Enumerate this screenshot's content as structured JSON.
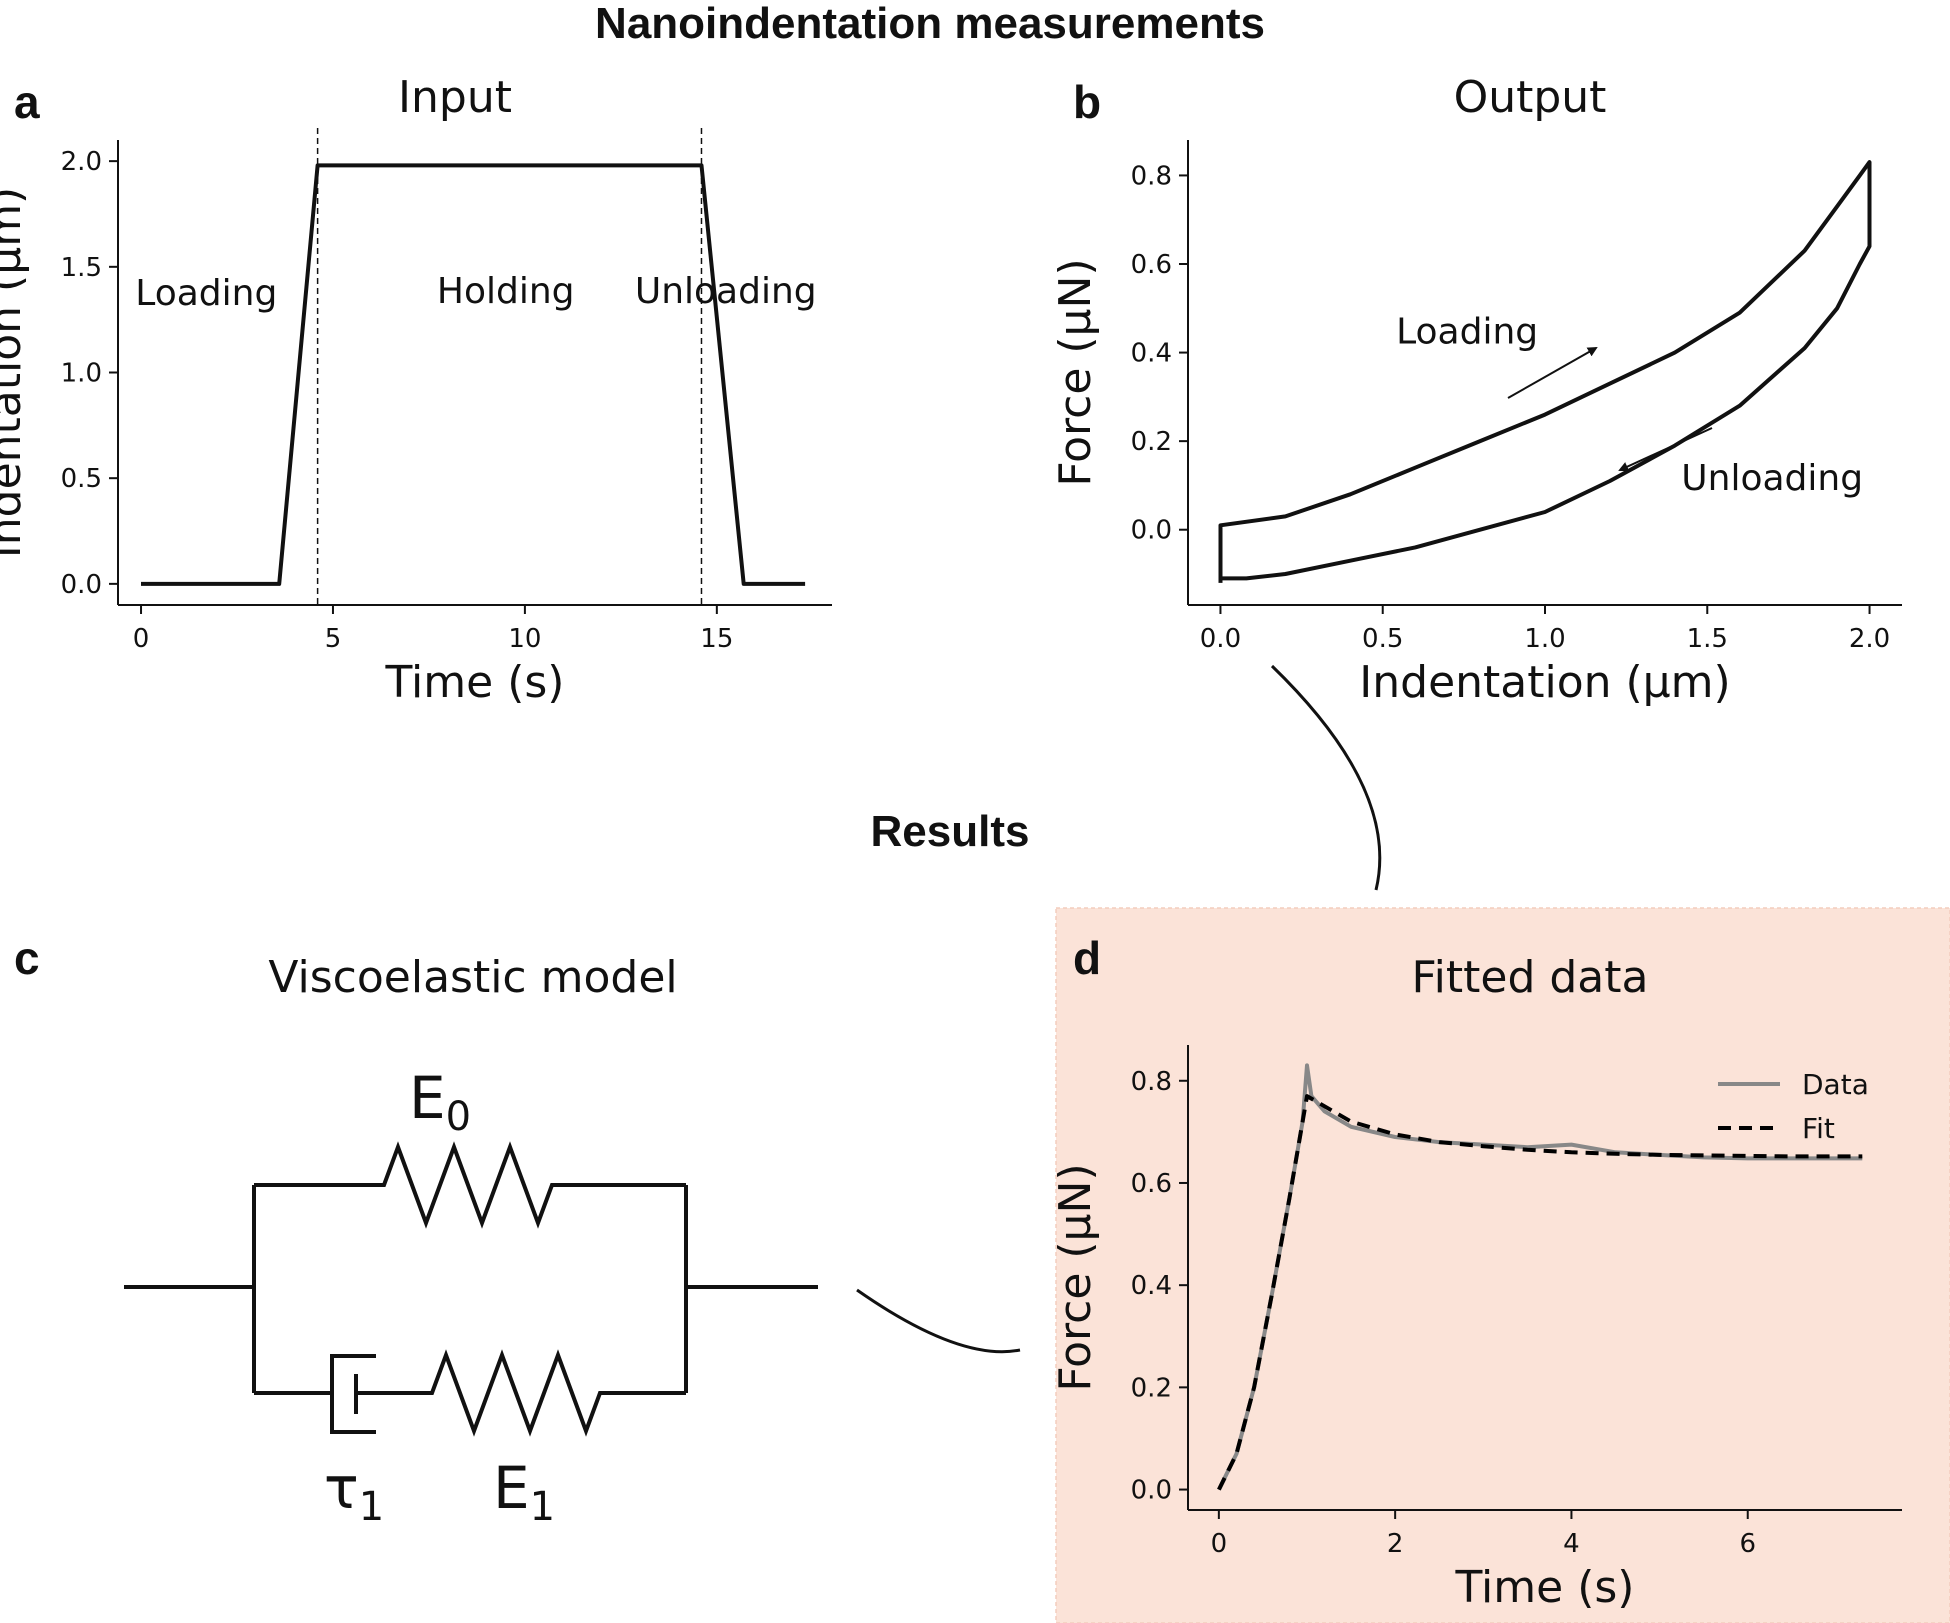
{
  "figure": {
    "title": "Nanoindentation measurements",
    "section_results": "Results"
  },
  "panels": {
    "a": {
      "label": "a",
      "title": "Input"
    },
    "b": {
      "label": "b",
      "title": "Output"
    },
    "c": {
      "label": "c",
      "title": "Viscoelastic model"
    },
    "d": {
      "label": "d",
      "title": "Fitted data",
      "background": "#fbe3d8"
    }
  },
  "model": {
    "components": [
      {
        "symbol": "E",
        "subscript": "0"
      },
      {
        "symbol": "τ",
        "subscript": "1"
      },
      {
        "symbol": "E",
        "subscript": "1"
      }
    ]
  },
  "chart_data": [
    {
      "id": "a",
      "type": "line",
      "title": "Input",
      "xlabel": "Time (s)",
      "ylabel": "Indentation (μm)",
      "xlim": [
        -0.6,
        18
      ],
      "ylim": [
        -0.1,
        2.1
      ],
      "xticks": [
        0,
        5,
        10,
        15
      ],
      "xtick_labels": [
        "0",
        "5",
        "10",
        "15"
      ],
      "yticks": [
        0,
        0.5,
        1,
        1.5,
        2
      ],
      "ytick_labels": [
        "0.0",
        "0.5",
        "1.0",
        "1.5",
        "2.0"
      ],
      "grid": false,
      "series": [
        {
          "color": "#111111",
          "x": [
            0,
            3.6,
            4.6,
            14.6,
            15.7,
            17.3
          ],
          "y": [
            0,
            0,
            1.98,
            1.98,
            0,
            0
          ]
        }
      ],
      "vlines": [
        4.6,
        14.6
      ],
      "annotations": [
        {
          "text": "Loading",
          "x": 1.7,
          "y": 1.32
        },
        {
          "text": "Holding",
          "x": 9.5,
          "y": 1.33
        },
        {
          "text": "Unloading",
          "x": 17.6,
          "y": 1.33
        }
      ]
    },
    {
      "id": "b",
      "type": "line",
      "title": "Output",
      "xlabel": "Indentation (μm)",
      "ylabel": "Force (μN)",
      "xlim": [
        -0.1,
        2.1
      ],
      "ylim": [
        -0.17,
        0.88
      ],
      "xticks": [
        0,
        0.5,
        1,
        1.5,
        2
      ],
      "xtick_labels": [
        "0.0",
        "0.5",
        "1.0",
        "1.5",
        "2.0"
      ],
      "yticks": [
        0,
        0.2,
        0.4,
        0.6,
        0.8
      ],
      "ytick_labels": [
        "0.0",
        "0.2",
        "0.4",
        "0.6",
        "0.8"
      ],
      "grid": false,
      "series": [
        {
          "color": "#111111",
          "x": [
            0,
            0,
            0.2,
            0.4,
            0.6,
            0.8,
            1.0,
            1.2,
            1.4,
            1.6,
            1.8,
            1.9,
            1.97,
            2.0,
            2.0,
            1.97,
            1.9,
            1.8,
            1.6,
            1.4,
            1.2,
            1.0,
            0.8,
            0.6,
            0.4,
            0.2,
            0.08,
            0,
            0
          ],
          "y": [
            -0.12,
            0.01,
            0.03,
            0.08,
            0.14,
            0.2,
            0.26,
            0.33,
            0.4,
            0.49,
            0.63,
            0.73,
            0.8,
            0.83,
            0.64,
            0.6,
            0.5,
            0.41,
            0.28,
            0.19,
            0.11,
            0.04,
            0.0,
            -0.04,
            -0.07,
            -0.1,
            -0.11,
            -0.11,
            -0.12
          ]
        }
      ],
      "annotations": [
        {
          "text": "Loading",
          "x": 0.76,
          "y": 0.42
        },
        {
          "text": "Unloading",
          "x": 1.7,
          "y": 0.09
        }
      ]
    },
    {
      "id": "d",
      "type": "line",
      "title": "Fitted data",
      "xlabel": "Time (s)",
      "ylabel": "Force (μN)",
      "xlim": [
        -0.35,
        7.75
      ],
      "ylim": [
        -0.04,
        0.87
      ],
      "xticks": [
        0,
        2,
        4,
        6
      ],
      "xtick_labels": [
        "0",
        "2",
        "4",
        "6"
      ],
      "yticks": [
        0,
        0.2,
        0.4,
        0.6,
        0.8
      ],
      "ytick_labels": [
        "0.0",
        "0.2",
        "0.4",
        "0.6",
        "0.8"
      ],
      "grid": false,
      "legend": "top-right",
      "series": [
        {
          "name": "Data",
          "color": "#888888",
          "style": "solid",
          "x": [
            0,
            0.2,
            0.4,
            0.6,
            0.8,
            0.95,
            1.0,
            1.05,
            1.2,
            1.5,
            2.0,
            2.5,
            3.0,
            3.5,
            4.0,
            4.5,
            5.0,
            5.5,
            6.0,
            6.5,
            7.0,
            7.3
          ],
          "y": [
            0,
            0.07,
            0.2,
            0.38,
            0.57,
            0.72,
            0.83,
            0.77,
            0.74,
            0.71,
            0.69,
            0.68,
            0.675,
            0.67,
            0.675,
            0.66,
            0.655,
            0.65,
            0.648,
            0.648,
            0.648,
            0.648
          ]
        },
        {
          "name": "Fit",
          "color": "#000000",
          "style": "dashed",
          "x": [
            0,
            0.2,
            0.4,
            0.6,
            0.8,
            0.95,
            1.0,
            1.2,
            1.5,
            2.0,
            2.5,
            3.0,
            3.5,
            4.0,
            4.5,
            5.0,
            5.5,
            6.0,
            6.5,
            7.0,
            7.3
          ],
          "y": [
            0,
            0.07,
            0.2,
            0.38,
            0.57,
            0.72,
            0.77,
            0.75,
            0.72,
            0.695,
            0.68,
            0.672,
            0.665,
            0.66,
            0.657,
            0.655,
            0.654,
            0.653,
            0.652,
            0.652,
            0.652
          ]
        }
      ]
    }
  ]
}
